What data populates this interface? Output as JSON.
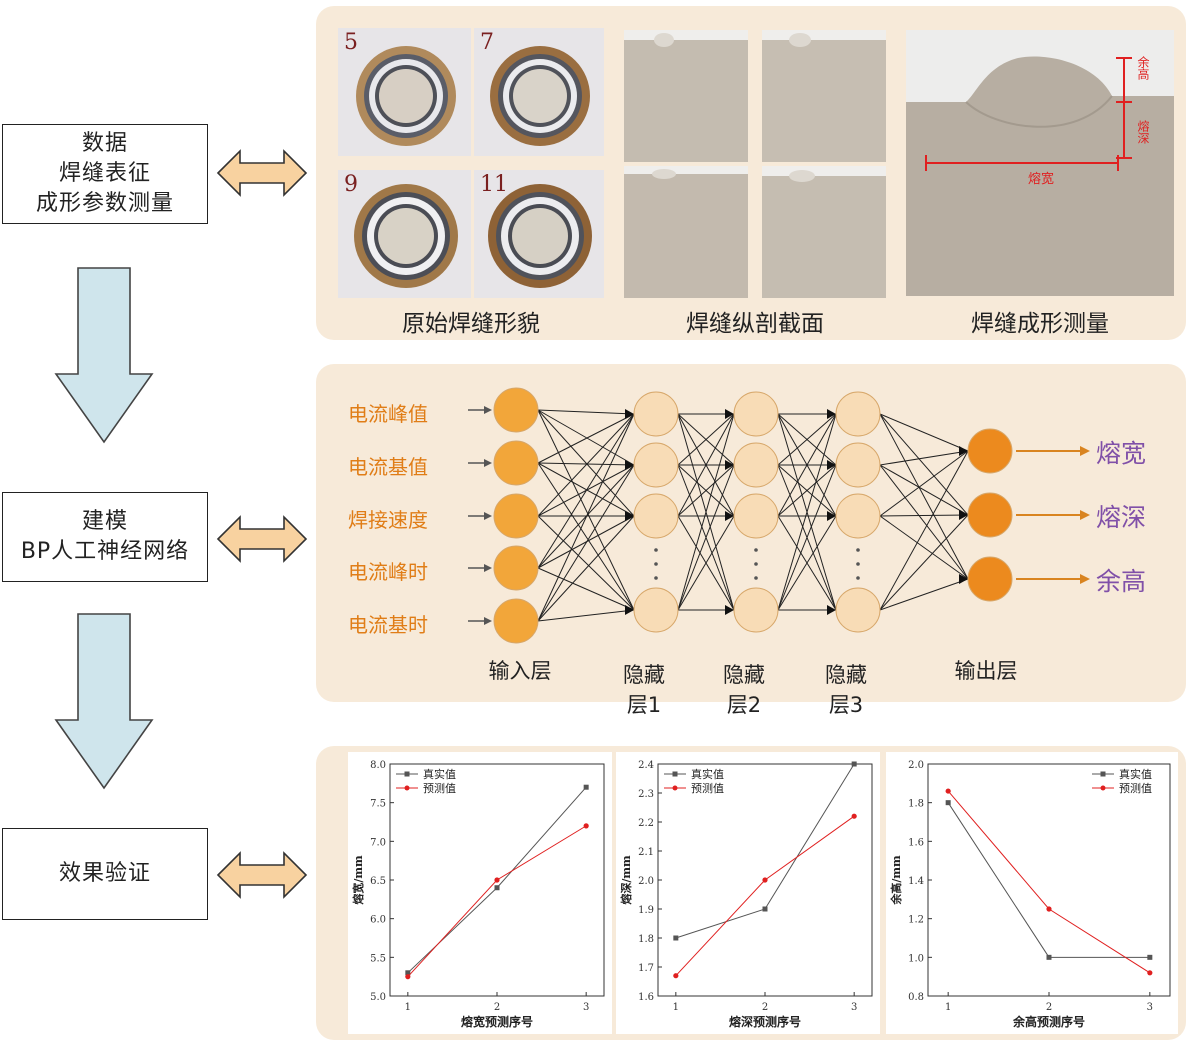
{
  "stages": [
    {
      "lines": [
        "数据",
        "焊缝表征",
        "成形参数测量"
      ]
    },
    {
      "lines": [
        "建模",
        "BP人工神经网络"
      ]
    },
    {
      "lines": [
        "效果验证"
      ]
    }
  ],
  "panel1": {
    "photo_numbers": [
      "5",
      "7",
      "9",
      "11"
    ],
    "captions": [
      "原始焊缝形貌",
      "焊缝纵剖截面",
      "焊缝成形测量"
    ],
    "measure_labels": {
      "width": "熔宽",
      "depth": "熔深",
      "height": "余高"
    }
  },
  "network": {
    "inputs": [
      "电流峰值",
      "电流基值",
      "焊接速度",
      "电流峰时",
      "电流基时"
    ],
    "outputs": [
      "熔宽",
      "熔深",
      "余高"
    ],
    "layer_labels": {
      "input": "输入层",
      "hidden": [
        [
          "隐藏",
          "层1"
        ],
        [
          "隐藏",
          "层2"
        ],
        [
          "隐藏",
          "层3"
        ]
      ],
      "output": "输出层"
    },
    "colors": {
      "input_node": "#f2a63a",
      "hidden_node": "#f8dcb6",
      "output_node": "#ec8a1e",
      "input_text": "#e07d17",
      "output_text": "#8050a8"
    }
  },
  "chart_data": [
    {
      "type": "line",
      "xlabel": "熔宽预测序号",
      "ylabel": "熔宽/mm",
      "x": [
        1,
        2,
        3
      ],
      "xticks": [
        1,
        2,
        3
      ],
      "xlim": [
        0.8,
        3.2
      ],
      "ylim": [
        5.0,
        8.0
      ],
      "yticks": [
        5.0,
        5.5,
        6.0,
        6.5,
        7.0,
        7.5,
        8.0
      ],
      "ytick_labels": [
        "5.0",
        "5.5",
        "6.0",
        "6.5",
        "7.0",
        "7.5",
        "8.0"
      ],
      "legend": "top-left",
      "series": [
        {
          "name": "真实值",
          "values": [
            5.3,
            6.4,
            7.7
          ],
          "color": "#555555",
          "marker": "square"
        },
        {
          "name": "预测值",
          "values": [
            5.25,
            6.5,
            7.2
          ],
          "color": "#e02020",
          "marker": "circle"
        }
      ]
    },
    {
      "type": "line",
      "xlabel": "熔深预测序号",
      "ylabel": "熔深/mm",
      "x": [
        1,
        2,
        3
      ],
      "xticks": [
        1,
        2,
        3
      ],
      "xlim": [
        0.8,
        3.2
      ],
      "ylim": [
        1.6,
        2.4
      ],
      "yticks": [
        1.6,
        1.7,
        1.8,
        1.9,
        2.0,
        2.1,
        2.2,
        2.3,
        2.4
      ],
      "ytick_labels": [
        "1.6",
        "1.7",
        "1.8",
        "1.9",
        "2.0",
        "2.1",
        "2.2",
        "2.3",
        "2.4"
      ],
      "legend": "top-left",
      "series": [
        {
          "name": "真实值",
          "values": [
            1.8,
            1.9,
            2.4
          ],
          "color": "#555555",
          "marker": "square"
        },
        {
          "name": "预测值",
          "values": [
            1.67,
            2.0,
            2.22
          ],
          "color": "#e02020",
          "marker": "circle"
        }
      ]
    },
    {
      "type": "line",
      "xlabel": "余高预测序号",
      "ylabel": "余高/mm",
      "x": [
        1,
        2,
        3
      ],
      "xticks": [
        1,
        2,
        3
      ],
      "xlim": [
        0.8,
        3.2
      ],
      "ylim": [
        0.8,
        2.0
      ],
      "yticks": [
        0.8,
        1.0,
        1.2,
        1.4,
        1.6,
        1.8,
        2.0
      ],
      "ytick_labels": [
        "0.8",
        "1.0",
        "1.2",
        "1.4",
        "1.6",
        "1.8",
        "2.0"
      ],
      "legend": "top-right",
      "series": [
        {
          "name": "真实值",
          "values": [
            1.8,
            1.0,
            1.0
          ],
          "color": "#555555",
          "marker": "square"
        },
        {
          "name": "预测值",
          "values": [
            1.86,
            1.25,
            0.92
          ],
          "color": "#e02020",
          "marker": "circle"
        }
      ]
    }
  ]
}
